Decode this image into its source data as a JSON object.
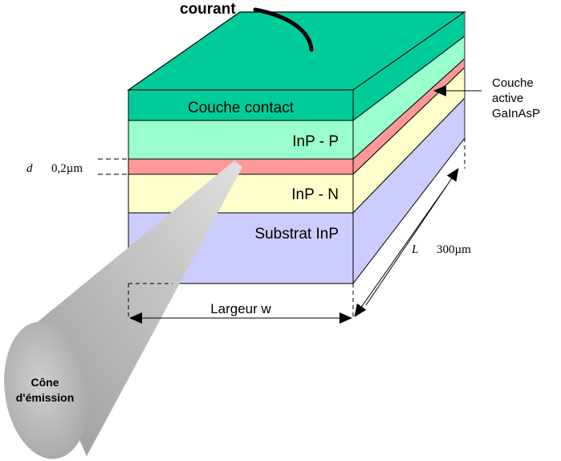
{
  "diagram": {
    "current_label": "courant",
    "layers": [
      {
        "id": "contact",
        "label": "Couche contact",
        "color": "#00CC99"
      },
      {
        "id": "inp-p",
        "label": "InP - P",
        "color": "#99FFCC"
      },
      {
        "id": "active",
        "label": "",
        "color": "#FF9999"
      },
      {
        "id": "inp-n",
        "label": "InP - N",
        "color": "#FFFFCC"
      },
      {
        "id": "substrate",
        "label": "Substrat InP",
        "color": "#CCCCFF"
      }
    ],
    "active_layer_callout": [
      "Couche",
      "active",
      "GaInAsP"
    ],
    "thickness_label": {
      "symbol": "d",
      "value": "0,2µm"
    },
    "length_label": {
      "symbol": "L",
      "value": "300µm"
    },
    "width_label": "Largeur w",
    "emission_cone_label": [
      "Cône",
      "d'émission"
    ]
  }
}
